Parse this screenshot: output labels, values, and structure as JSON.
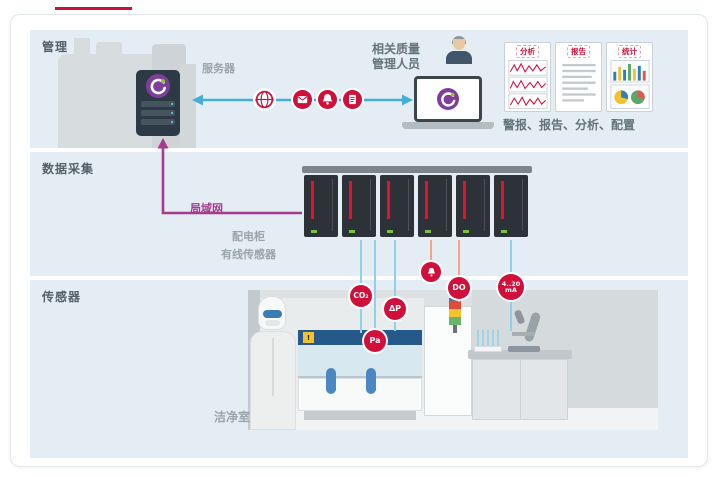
{
  "bands": {
    "management": "管理",
    "acquisition": "数据采集",
    "sensors": "传感器"
  },
  "management": {
    "server_label": "服务器",
    "personnel_line1": "相关质量",
    "personnel_line2": "管理人员",
    "documents": [
      {
        "title": "分析"
      },
      {
        "title": "报告"
      },
      {
        "title": "统计"
      }
    ],
    "caption": "警报、报告、分析、配置"
  },
  "acquisition": {
    "lan_label": "局域网",
    "cabinet_label": "配电柜",
    "wired_sensors_label": "有线传感器"
  },
  "sensors": {
    "cleanroom_label": "洁净室",
    "tags": {
      "co2": "CO₂",
      "dp": "ΔP",
      "pa": "Pa",
      "do": "DO",
      "ma_line1": "4..20",
      "ma_line2": "mA"
    }
  },
  "colors": {
    "accent_red": "#d0103a",
    "brand_purple": "#7d3f98",
    "lan_purple": "#a63a90",
    "arrow_blue": "#45aed6",
    "connector_blue": "#8ed1e9",
    "connector_orange": "#f5a486",
    "band_bg": "#e4edf3"
  }
}
